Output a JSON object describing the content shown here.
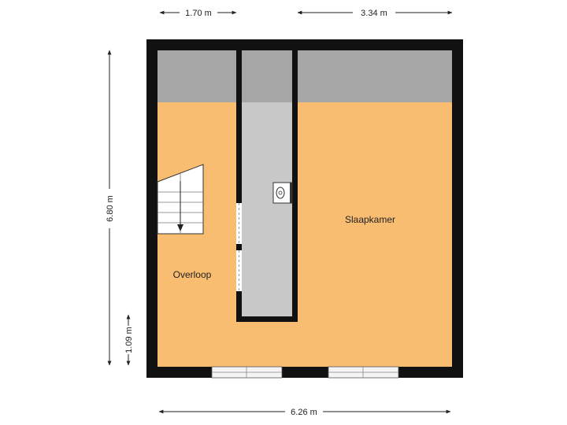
{
  "dimensions": {
    "top_left": "1.70 m",
    "top_right": "3.34 m",
    "left_height": "6.80 m",
    "left_small": "1.09 m",
    "bottom_width": "6.26 m"
  },
  "rooms": {
    "overloop": "Overloop",
    "slaapkamer": "Slaapkamer"
  },
  "colors": {
    "wall": "#111111",
    "floor": "#f9bd72",
    "sloped_ceiling": "#a6a6a6",
    "shaft": "#c8c8c8",
    "window": "#f4f4f4"
  }
}
